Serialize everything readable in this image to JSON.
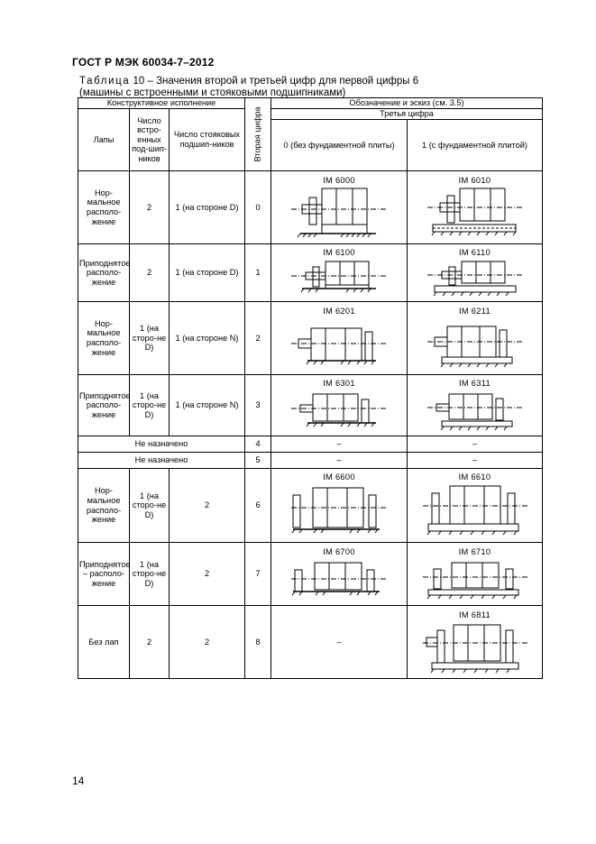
{
  "document": {
    "header": "ГОСТ Р МЭК 60034-7–2012",
    "caption_word": "Таблица",
    "caption_rest": " 10 – Значения второй и третьей цифр для первой цифры 6",
    "caption_line2": "(машины с встроенными и стояковыми подшипниками)",
    "page_number": "14"
  },
  "table": {
    "headers": {
      "construction": "Конструктивное исполнение",
      "designation": "Обозначение и эскиз (см. 3.5)",
      "feet": "Лапы",
      "built_in_bearings": "Число встро-енных под-шип-ников",
      "pedestal_bearings": "Число стояковых подшип-ников",
      "second_digit": "Вторая цифра",
      "third_digit": "Третья цифра",
      "third_0": "0 (без фундаментной плиты)",
      "third_1": "1 (с фундаментной плитой)"
    },
    "rows": [
      {
        "feet": "Нор-мальное располо-жение",
        "built_in": "2",
        "pedestal": "1 (на стороне D)",
        "digit": "0",
        "code0": "IM 6000",
        "code1": "IM 6010"
      },
      {
        "feet": "Приподнятое располо-жение",
        "built_in": "2",
        "pedestal": "1 (на стороне D)",
        "digit": "1",
        "code0": "IM 6100",
        "code1": "IM 6110"
      },
      {
        "feet": "Нор-мальное располо-жение",
        "built_in": "1 (на сторо-не D)",
        "pedestal": "1 (на стороне N)",
        "digit": "2",
        "code0": "IM 6201",
        "code1": "IM 6211"
      },
      {
        "feet": "Приподнятое располо-жение",
        "built_in": "1 (на сторо-не D)",
        "pedestal": "1 (на стороне N)",
        "digit": "3",
        "code0": "IM 6301",
        "code1": "IM 6311"
      },
      {
        "label": "Не назначено",
        "digit": "4",
        "code0": "–",
        "code1": "–"
      },
      {
        "label": "Не назначено",
        "digit": "5",
        "code0": "–",
        "code1": "–"
      },
      {
        "feet": "Нор-мальное располо-жение",
        "built_in": "1 (на сторо-не D)",
        "pedestal": "2",
        "digit": "6",
        "code0": "IM 6600",
        "code1": "IM 6610"
      },
      {
        "feet": "Приподнятое – располо-жение",
        "built_in": "1 (на сторо-не D)",
        "pedestal": "2",
        "digit": "7",
        "code0": "IM 6700",
        "code1": "IM 6710"
      },
      {
        "feet": "Без лап",
        "built_in": "2",
        "pedestal": "2",
        "digit": "8",
        "code0": "–",
        "code1": "IM 6811"
      }
    ]
  }
}
